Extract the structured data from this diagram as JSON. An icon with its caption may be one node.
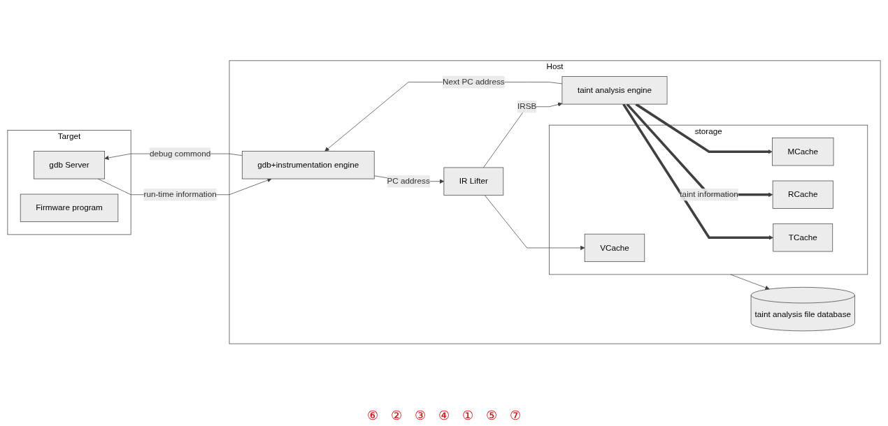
{
  "diagram": {
    "nodes": [
      {
        "text": [
          "Target"
        ]
      },
      {
        "text": [
          "gdb Server"
        ],
        "in": 0
      },
      {
        "text": [
          "Firmware program"
        ],
        "in": 0
      },
      {
        "text": [
          "Host"
        ]
      },
      {
        "text": [
          "gdb+instrumentation engine"
        ],
        "in": 3
      },
      {
        "text": [
          "IR Lifter"
        ],
        "in": 3
      },
      {
        "text": [
          "taint analysis engine"
        ],
        "in": 3
      },
      {
        "text": [
          "storage"
        ],
        "in": 3
      },
      {
        "text": [
          "VCache"
        ],
        "in": 7
      },
      {
        "text": [
          "MCache"
        ],
        "in": 7
      },
      {
        "text": [
          "RCache"
        ],
        "in": 7
      },
      {
        "text": [
          "TCache"
        ],
        "in": 7
      },
      {
        "text": [
          "taint analysis file database"
        ],
        "in": 3
      }
    ],
    "edges": [
      {
        "from": 1,
        "to": 4,
        "arrow": "to",
        "label": "run-time information"
      },
      {
        "from": 4,
        "to": 1,
        "arrow": "to",
        "label": "debug commond"
      },
      {
        "from": 4,
        "to": 5,
        "arrow": "to",
        "label": "PC address"
      },
      {
        "from": 5,
        "to": 6,
        "arrow": "to",
        "label": "IRSB"
      },
      {
        "from": 5,
        "to": 8,
        "arrow": "to"
      },
      {
        "from": 6,
        "to": 4,
        "arrow": "to",
        "label": "Next PC address"
      },
      {
        "from": 6,
        "to": 9,
        "arrow": "to",
        "style": "thick"
      },
      {
        "from": 6,
        "to": 10,
        "arrow": "to",
        "style": "thick",
        "label": "taint information"
      },
      {
        "from": 6,
        "to": 11,
        "arrow": "to",
        "style": "thick"
      },
      {
        "from": 7,
        "to": 12,
        "arrow": "to"
      }
    ],
    "labels": [
      "⑥",
      "②",
      "③",
      "④",
      "①",
      "⑤",
      "⑦"
    ]
  }
}
